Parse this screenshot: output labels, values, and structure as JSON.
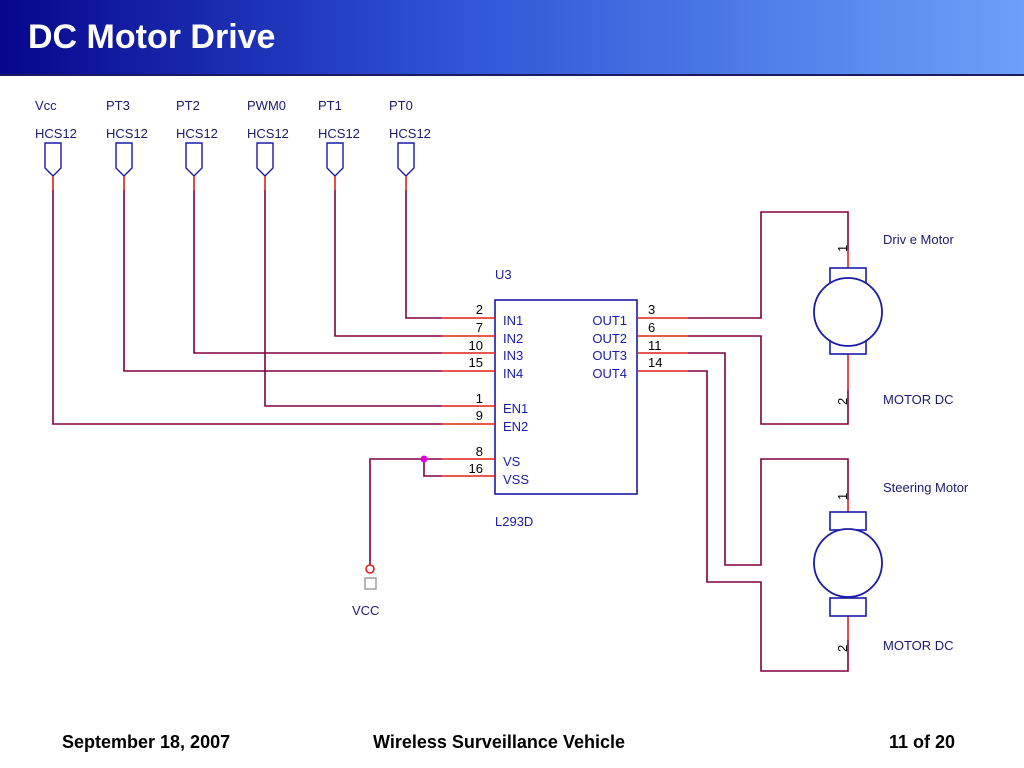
{
  "slide": {
    "title": "DC Motor Drive",
    "footer": {
      "date": "September 18, 2007",
      "project": "Wireless Surveillance Vehicle",
      "page": "11 of 20"
    }
  },
  "diagram": {
    "ports": [
      {
        "signal": "Vcc",
        "source": "HCS12"
      },
      {
        "signal": "PT3",
        "source": "HCS12"
      },
      {
        "signal": "PT2",
        "source": "HCS12"
      },
      {
        "signal": "PWM0",
        "source": "HCS12"
      },
      {
        "signal": "PT1",
        "source": "HCS12"
      },
      {
        "signal": "PT0",
        "source": "HCS12"
      }
    ],
    "chip": {
      "ref": "U3",
      "part": "L293D",
      "left_pins": [
        {
          "num": "2",
          "name": "IN1"
        },
        {
          "num": "7",
          "name": "IN2"
        },
        {
          "num": "10",
          "name": "IN3"
        },
        {
          "num": "15",
          "name": "IN4"
        },
        {
          "num": "1",
          "name": "EN1"
        },
        {
          "num": "9",
          "name": "EN2"
        },
        {
          "num": "8",
          "name": "VS"
        },
        {
          "num": "16",
          "name": "VSS"
        }
      ],
      "right_pins": [
        {
          "num": "3",
          "name": "OUT1"
        },
        {
          "num": "6",
          "name": "OUT2"
        },
        {
          "num": "11",
          "name": "OUT3"
        },
        {
          "num": "14",
          "name": "OUT4"
        }
      ]
    },
    "motors": [
      {
        "name": "Driv e Motor",
        "type": "MOTOR DC",
        "pin_top": "1",
        "pin_bottom": "2"
      },
      {
        "name": "Steering Motor",
        "type": "MOTOR DC",
        "pin_top": "1",
        "pin_bottom": "2"
      }
    ],
    "power_label": "VCC",
    "colors": {
      "wire": "#800040",
      "pin_stub": "#e0201a",
      "chip_outline": "#1a1aa8",
      "chip_text": "#1a1aa8",
      "label_text": "#1a1a6e",
      "junction": "#e000e0"
    }
  }
}
